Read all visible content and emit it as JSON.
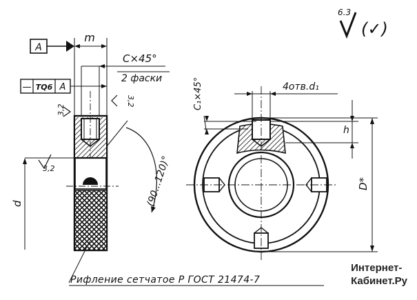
{
  "drawing": {
    "roughness": {
      "value": "6.3",
      "bracket": "(✓)"
    },
    "datum": "A",
    "tolerance": {
      "symbol": "—",
      "value": "TQ6",
      "datum": "A"
    },
    "dims": {
      "m": "m",
      "chamfer": "C×45°",
      "chamfer_note": "2 фаски",
      "r32_left": "3,2",
      "r32_right": "3,2",
      "r32_bore": "3,2",
      "d": "d",
      "angle": "(90...120)°",
      "c1": "C₁×45°",
      "holes": "4отв.d₁",
      "h": "h",
      "D": "D*"
    },
    "note": "Рифление сетчатое Р ГОСТ 21474-7"
  },
  "watermark": {
    "line1": "Интернет-",
    "line2": "Кабинет.Ру"
  }
}
